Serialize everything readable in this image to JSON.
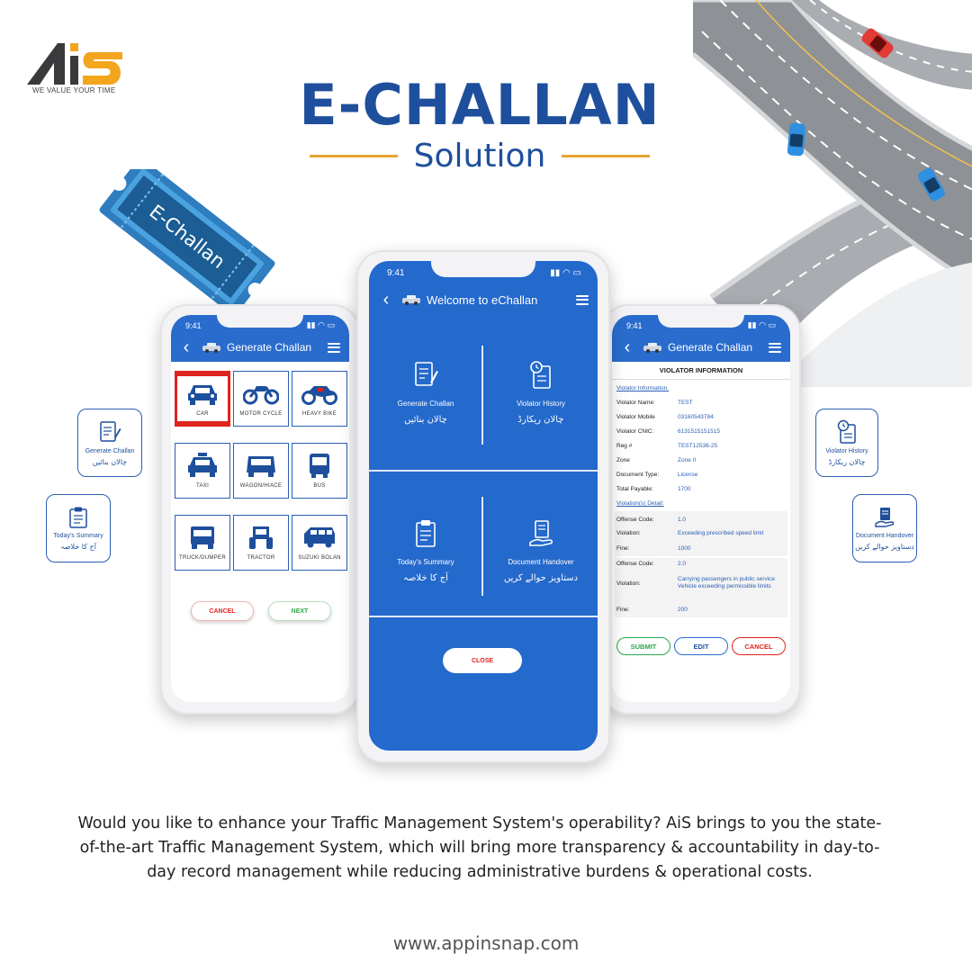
{
  "brand": {
    "tagline": "WE VALUE YOUR TIME",
    "primary_color": "#1e4f9c",
    "accent_color": "#e8a534",
    "app_blue": "#2a6ccd",
    "danger_red": "#e0231d",
    "success_green": "#2ea84a"
  },
  "heading": {
    "title": "E-CHALLAN",
    "subtitle": "Solution"
  },
  "ticket": {
    "label": "E-Challan"
  },
  "side_cards": {
    "generate": {
      "label": "Generate Challan",
      "urdu": "چالان بنائیں",
      "icon": "document-pen-icon"
    },
    "summary": {
      "label": "Today's Summary",
      "urdu": "آج کا خلاصہ",
      "icon": "clipboard-icon"
    },
    "history": {
      "label": "Violator History",
      "urdu": "چالان ریکارڈ",
      "icon": "clock-document-icon"
    },
    "handover": {
      "label": "Document Handover",
      "urdu": "دستاویز حوالے کریں",
      "icon": "hand-document-icon"
    }
  },
  "phone_left": {
    "time": "9:41",
    "app_title": "Generate Challan",
    "vehicles": [
      {
        "label": "Car",
        "icon": "car-icon",
        "selected": true
      },
      {
        "label": "Motor Cycle",
        "icon": "motorcycle-icon",
        "selected": false
      },
      {
        "label": "Heavy Bike",
        "icon": "heavy-bike-icon",
        "selected": false
      },
      {
        "label": "Taxi",
        "icon": "taxi-icon",
        "selected": false
      },
      {
        "label": "Wagon/Hiace",
        "icon": "van-icon",
        "selected": false
      },
      {
        "label": "Bus",
        "icon": "bus-icon",
        "selected": false
      },
      {
        "label": "Truck/Dumper",
        "icon": "truck-icon",
        "selected": false
      },
      {
        "label": "Tractor",
        "icon": "tractor-icon",
        "selected": false
      },
      {
        "label": "Suzuki Bolan",
        "icon": "minivan-icon",
        "selected": false
      }
    ],
    "cancel_label": "CANCEL",
    "next_label": "NEXT"
  },
  "phone_center": {
    "time": "9:41",
    "app_title": "Welcome to eChallan",
    "menu": [
      {
        "label": "Generate Challan",
        "urdu": "چالان بنائیں",
        "icon": "document-pen-icon"
      },
      {
        "label": "Violator History",
        "urdu": "چالان ریکارڈ",
        "icon": "clock-document-icon"
      },
      {
        "label": "Today's Summary",
        "urdu": "آج کا خلاصہ",
        "icon": "clipboard-icon"
      },
      {
        "label": "Document Handover",
        "urdu": "دستاویز حوالے کریں",
        "icon": "hand-document-icon"
      }
    ],
    "close_label": "CLOSE"
  },
  "phone_right": {
    "time": "9:41",
    "app_title": "Generate Challan",
    "section_title": "VIOLATOR INFORMATION",
    "violator_header": "Violator Information.",
    "fields": [
      {
        "key": "Violator Name:",
        "value": "TEST"
      },
      {
        "key": "Violator Mobile",
        "value": "03160543784"
      },
      {
        "key": "Violator CNIC:",
        "value": "6131515151515"
      },
      {
        "key": "Reg #",
        "value": "TEST12536-25"
      },
      {
        "key": "Zone",
        "value": "Zone II"
      },
      {
        "key": "Document Type:",
        "value": "License"
      },
      {
        "key": "Total Payable:",
        "value": "1700"
      }
    ],
    "violations_header": "Violation(s) Detail:",
    "violations": [
      {
        "code_key": "Offense Code:",
        "code": "1.0",
        "violation_key": "Violation:",
        "violation": "Exceeding prescribed speed limit",
        "fine_key": "Fine:",
        "fine": "1000"
      },
      {
        "code_key": "Offense Code:",
        "code": "2.0",
        "violation_key": "Violation:",
        "violation": "Carrying passengers in public service Vehicle exceeding permissible limits",
        "fine_key": "Fine:",
        "fine": "200"
      }
    ],
    "submit_label": "SUBMIT",
    "edit_label": "EDIT",
    "cancel_label": "CANCEL"
  },
  "description": "Would you like to enhance your Traffic Management System's operability? AiS brings to you the state-of-the-art Traffic Management System, which will bring more transparency & accountability in day-to-day record management while reducing administrative burdens & operational costs.",
  "website": "www.appinsnap.com"
}
